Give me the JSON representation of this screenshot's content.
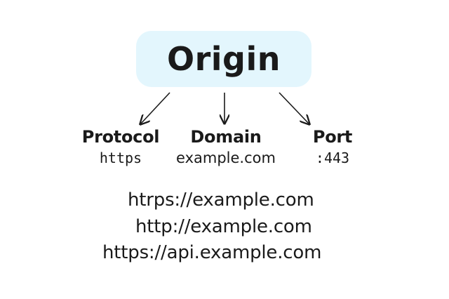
{
  "diagram": {
    "title": "Origin",
    "colors": {
      "origin_box_fill": "#e3f6fd",
      "text": "#1a1a1a",
      "arrow": "#1a1a1a"
    },
    "parts": [
      {
        "label": "Protocol",
        "value": "https"
      },
      {
        "label": "Domain",
        "value": "example.com"
      },
      {
        "label": "Port",
        "value": ":443"
      }
    ],
    "examples": [
      "htrps://example.com",
      "http://example.com",
      "https://api.example.com"
    ]
  }
}
